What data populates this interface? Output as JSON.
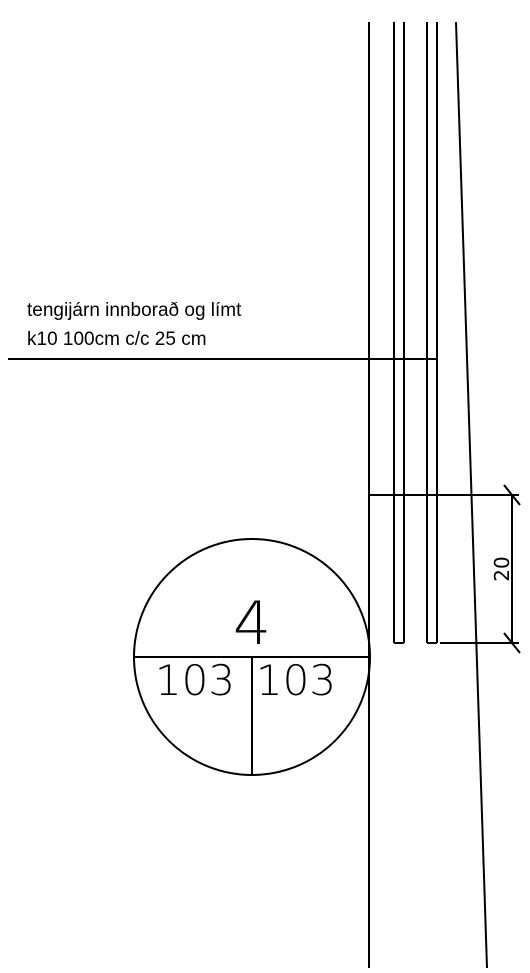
{
  "annotation": {
    "line1": "tengijárn innborað og límt",
    "line2": "k10 100cm c/c 25 cm"
  },
  "detail_tag": {
    "number": "4",
    "sheet_left": "103",
    "sheet_right": "103"
  },
  "dimension": {
    "value": "20"
  }
}
